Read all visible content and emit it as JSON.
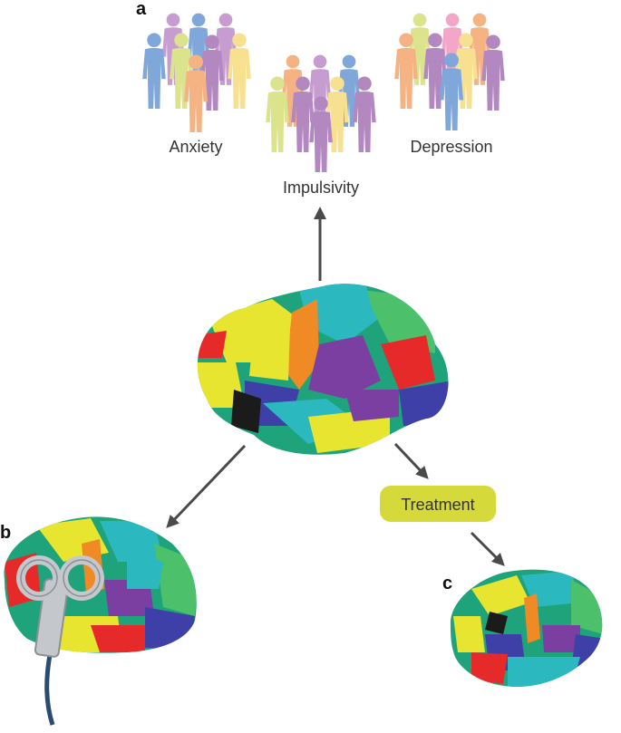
{
  "panels": {
    "a": "a",
    "b": "b",
    "c": "c"
  },
  "groups": {
    "anxiety": "Anxiety",
    "impulsivity": "Impulsivity",
    "depression": "Depression"
  },
  "treatment_label": "Treatment",
  "colors": {
    "person_palette": [
      "#7fa7d9",
      "#c79dd1",
      "#f5b384",
      "#f7e08f",
      "#dbe38c",
      "#b387bf",
      "#f3a6c7"
    ],
    "arrow": "#4a4a4a",
    "treatment_fill": "#d6d93a",
    "brain_parcels": [
      "#e8e531",
      "#1fa37a",
      "#e62a2a",
      "#3f3fa8",
      "#2bb9bf",
      "#ef8a25",
      "#7a3fa0",
      "#4cc06a",
      "#1b1b1b"
    ],
    "coil": "#c4c8cc"
  },
  "icons": [
    "person-icon",
    "brain-surface",
    "tms-coil-icon",
    "arrow-icon"
  ]
}
